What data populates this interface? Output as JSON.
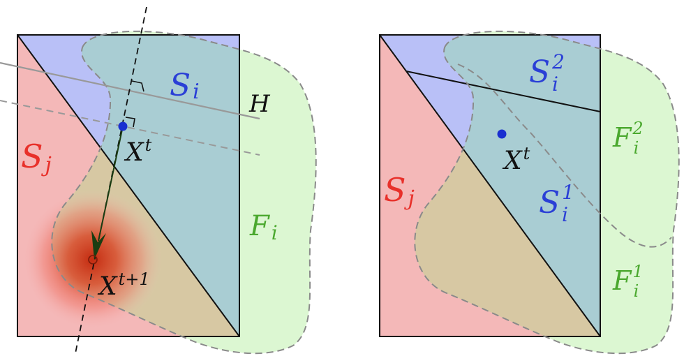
{
  "colors": {
    "red": "#e8302a",
    "blue": "#2a3fd6",
    "green": "#4aa82e",
    "black": "#111111",
    "region_red": "#f4b8b8",
    "region_blue": "#b9c0f7",
    "region_green": "#dcf7d2",
    "region_teal": "#a9cdd3",
    "region_tan": "#d7c8a3"
  },
  "left": {
    "S_i": {
      "letter": "S",
      "sub": "i"
    },
    "S_j": {
      "letter": "S",
      "sub": "j"
    },
    "F_i": {
      "letter": "F",
      "sub": "i"
    },
    "H": "H",
    "Xt": {
      "base": "X",
      "sup": "t"
    },
    "Xt1": {
      "base": "X",
      "sup": "t+1"
    }
  },
  "right": {
    "S_i2": {
      "letter": "S",
      "sub": "i",
      "sup": "2"
    },
    "S_i1": {
      "letter": "S",
      "sub": "i",
      "sup": "1"
    },
    "S_j": {
      "letter": "S",
      "sub": "j"
    },
    "F_i2": {
      "letter": "F",
      "sub": "i",
      "sup": "2"
    },
    "F_i1": {
      "letter": "F",
      "sub": "i",
      "sup": "1"
    },
    "Xt": {
      "base": "X",
      "sup": "t"
    }
  }
}
